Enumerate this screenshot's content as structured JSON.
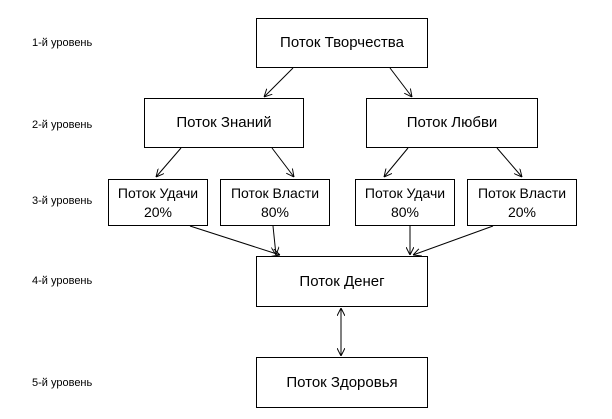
{
  "levels": [
    "1-й уровень",
    "2-й уровень",
    "3-й уровень",
    "4-й  уровень",
    "5-й уровень"
  ],
  "nodes": {
    "creativity": {
      "label": "Поток Творчества"
    },
    "knowledge": {
      "label": "Поток Знаний"
    },
    "love": {
      "label": "Поток Любви"
    },
    "luck_left": {
      "label": "Поток Удачи",
      "value": "20%"
    },
    "power_left": {
      "label": "Поток Власти",
      "value": "80%"
    },
    "luck_right": {
      "label": "Поток Удачи",
      "value": "80%"
    },
    "power_right": {
      "label": "Поток Власти",
      "value": "20%"
    },
    "money": {
      "label": "Поток Денег"
    },
    "health": {
      "label": "Поток Здоровья"
    }
  },
  "edges": [
    {
      "from": "creativity",
      "to": "knowledge",
      "direction": "forward"
    },
    {
      "from": "creativity",
      "to": "love",
      "direction": "forward"
    },
    {
      "from": "knowledge",
      "to": "luck_left",
      "direction": "forward"
    },
    {
      "from": "knowledge",
      "to": "power_left",
      "direction": "forward"
    },
    {
      "from": "love",
      "to": "luck_right",
      "direction": "forward"
    },
    {
      "from": "love",
      "to": "power_right",
      "direction": "forward"
    },
    {
      "from": "luck_left",
      "to": "money",
      "direction": "forward"
    },
    {
      "from": "power_left",
      "to": "money",
      "direction": "forward"
    },
    {
      "from": "luck_right",
      "to": "money",
      "direction": "forward"
    },
    {
      "from": "power_right",
      "to": "money",
      "direction": "forward"
    },
    {
      "from": "money",
      "to": "health",
      "direction": "both"
    }
  ]
}
